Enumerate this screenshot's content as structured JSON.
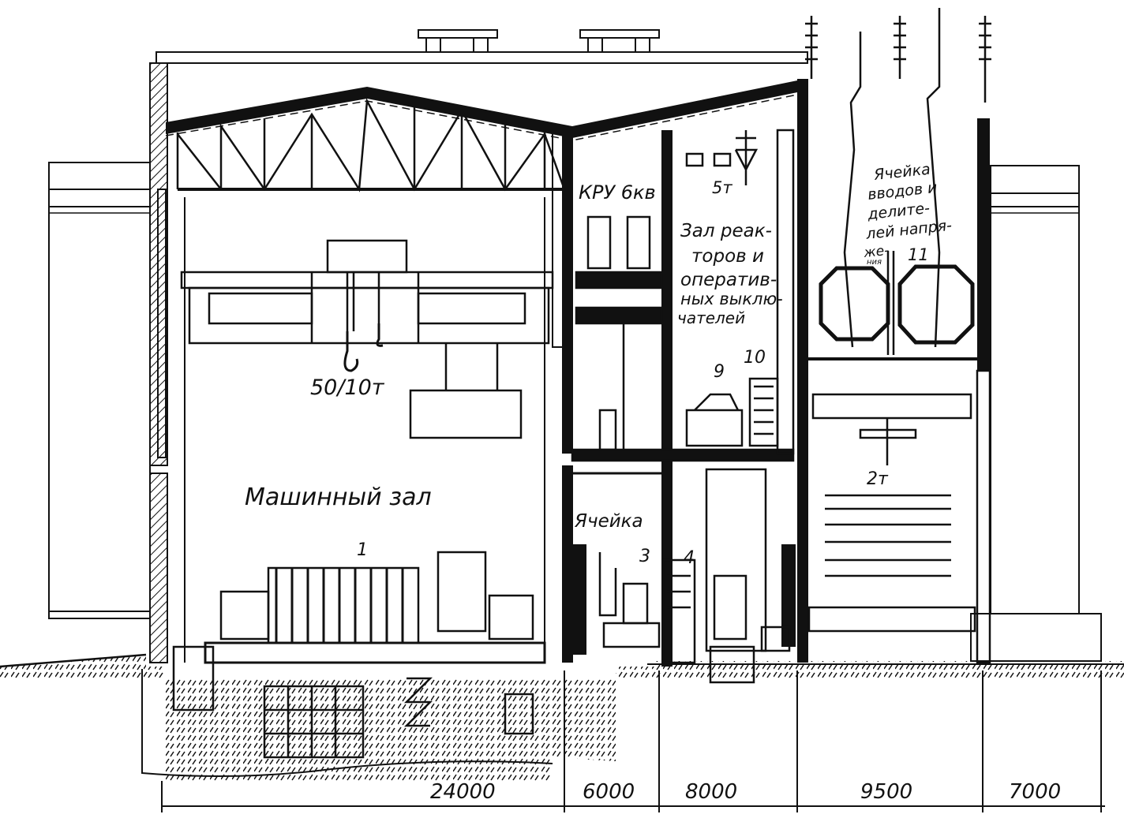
{
  "rooms": {
    "machine_hall": "Машинный зал",
    "kru": "КРУ 6кв",
    "reactor_hall": [
      "Зал реак-",
      "торов и",
      "оператив-",
      "ных выклю-",
      "чателей"
    ],
    "cell": "Ячейка",
    "input_cell": [
      "Ячейка",
      "вводов и",
      "делите-",
      "лей напря-",
      "же-"
    ],
    "input_cell_tail": "ния"
  },
  "cranes": {
    "main": "50/10т",
    "reactor": "5т",
    "input": "2т"
  },
  "markers": [
    "1",
    "3",
    "4",
    "9",
    "10",
    "11"
  ],
  "dimensions": [
    "24000",
    "6000",
    "8000",
    "9500",
    "7000"
  ]
}
